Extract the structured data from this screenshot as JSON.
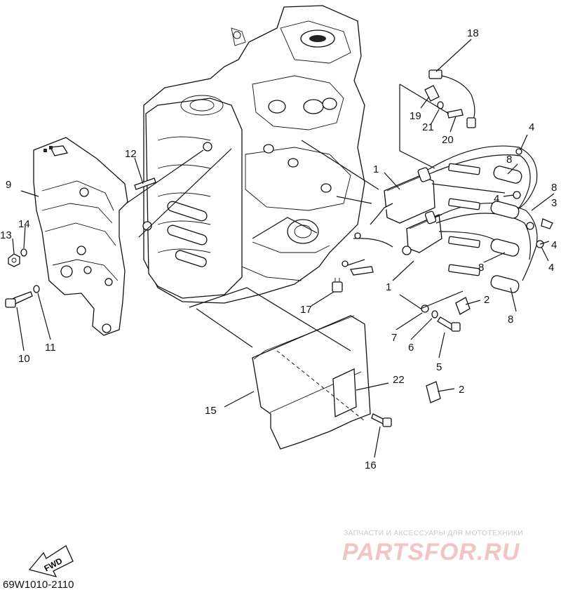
{
  "callouts": {
    "c1a": "1",
    "c1b": "1",
    "c2a": "2",
    "c2b": "2",
    "c3": "3",
    "c4a": "4",
    "c4b": "4",
    "c4c": "4",
    "c4d": "4",
    "c5": "5",
    "c6": "6",
    "c7": "7",
    "c8a": "8",
    "c8b": "8",
    "c8c": "8",
    "c8d": "8",
    "c9": "9",
    "c10": "10",
    "c11": "11",
    "c12": "12",
    "c13": "13",
    "c14": "14",
    "c15": "15",
    "c16": "16",
    "c17": "17",
    "c18": "18",
    "c19": "19",
    "c20": "20",
    "c21": "21",
    "c22": "22"
  },
  "fwd_label": "FWD",
  "watermark": {
    "tagline": "ЗАПЧАСТИ И АКСЕССУАРЫ ДЛЯ МОТОТЕХНИКИ",
    "logo": "PARTSFOR.RU",
    "logo_color": "#f2c4c4"
  },
  "diagram_code": "69W1010-2110"
}
